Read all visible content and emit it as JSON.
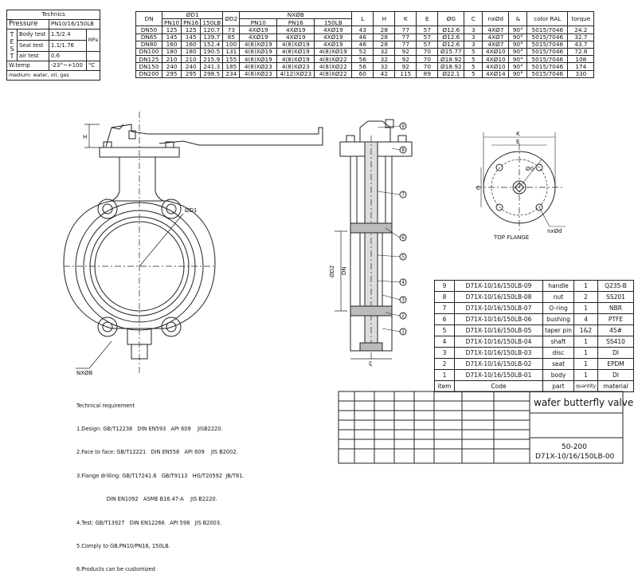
{
  "technics": {
    "title": "Technics",
    "pressure_label": "Pressure",
    "pressure_value": "PN10/16/150LB",
    "test_vertical": "TEST",
    "body_test_label": "Body test",
    "body_test_value": "1.5/2.4",
    "seal_test_label": "Seal test",
    "seal_test_value": "1.1/1.76",
    "mpa_unit": "MPa",
    "air_test_label": "air test",
    "air_test_value": "0.6",
    "wtemp_label": "W.temp",
    "wtemp_value": "-23°~+100",
    "wtemp_unit": "°C",
    "medium": "medium: water, oil, gas"
  },
  "dimension_table": {
    "headers": {
      "dn": "DN",
      "d1": "ØD1",
      "d2": "ØD2",
      "nxb": "NXØB",
      "l": "L",
      "h": "H",
      "k": "K",
      "e": "E",
      "g": "ØG",
      "c": "C",
      "nxd": "nxØd",
      "amp": "&",
      "color": "color RAL",
      "torque": "torque"
    },
    "sub_headers": [
      "PN10",
      "PN16",
      "150LB",
      "PN10",
      "PN16",
      "150LB"
    ],
    "rows": [
      [
        "DN50",
        "125",
        "125",
        "120.7",
        "73",
        "4XØ19",
        "4XØ19",
        "4XØ19",
        "43",
        "28",
        "77",
        "57",
        "Ø12.6",
        "3",
        "4XØ7",
        "90°",
        "5015/7046",
        "24.2"
      ],
      [
        "DN65",
        "145",
        "145",
        "139.7",
        "85",
        "4XØ19",
        "4XØ19",
        "4XØ19",
        "46",
        "28",
        "77",
        "57",
        "Ø12.6",
        "3",
        "4XØ7",
        "90°",
        "5015/7046",
        "32.7"
      ],
      [
        "DN80",
        "160",
        "160",
        "152.4",
        "100",
        "4(8)XØ19",
        "4(8)XØ19",
        "4XØ19",
        "46",
        "28",
        "77",
        "57",
        "Ø12.6",
        "3",
        "4XØ7",
        "90°",
        "5015/7046",
        "43.7"
      ],
      [
        "DN100",
        "180",
        "180",
        "190.5",
        "131",
        "4(8)XØ19",
        "4(8)XØ19",
        "4(8)XØ19",
        "52",
        "32",
        "92",
        "70",
        "Ø15.77",
        "5",
        "4XØ10",
        "90°",
        "5015/7046",
        "72.8"
      ],
      [
        "DN125",
        "210",
        "210",
        "215.9",
        "155",
        "4(8)XØ19",
        "4(8)XØ19",
        "4(8)XØ22",
        "56",
        "32",
        "92",
        "70",
        "Ø18.92",
        "5",
        "4XØ10",
        "90°",
        "5015/7046",
        "108"
      ],
      [
        "DN150",
        "240",
        "240",
        "241.3",
        "185",
        "4(8)XØ23",
        "4(8)XØ23",
        "4(8)XØ22",
        "56",
        "32",
        "92",
        "70",
        "Ø18.92",
        "5",
        "4XØ10",
        "90°",
        "5015/7046",
        "174"
      ],
      [
        "DN200",
        "295",
        "295",
        "298.5",
        "234",
        "4(8)XØ23",
        "4(12)XØ23",
        "4(8)XØ22",
        "60",
        "42",
        "115",
        "89",
        "Ø22.1",
        "5",
        "4XØ14",
        "90°",
        "5015/7046",
        "330"
      ]
    ]
  },
  "bom": {
    "rows": [
      [
        "9",
        "D71X-10/16/150LB-09",
        "handle",
        "1",
        "Q235-B"
      ],
      [
        "8",
        "D71X-10/16/150LB-08",
        "nut",
        "2",
        "SS201"
      ],
      [
        "7",
        "D71X-10/16/150LB-07",
        "O-ring",
        "1",
        "NBR"
      ],
      [
        "6",
        "D71X-10/16/150LB-06",
        "bushing",
        "4",
        "PTFE"
      ],
      [
        "5",
        "D71X-10/16/150LB-05",
        "taper pin",
        "1&2",
        "45#"
      ],
      [
        "4",
        "D71X-10/16/150LB-04",
        "shaft",
        "1",
        "SS410"
      ],
      [
        "3",
        "D71X-10/16/150LB-03",
        "disc",
        "1",
        "DI"
      ],
      [
        "2",
        "D71X-10/16/150LB-02",
        "seat",
        "1",
        "EPDM"
      ],
      [
        "1",
        "D71X-10/16/150LB-01",
        "body",
        "1",
        "DI"
      ]
    ],
    "header": [
      "item",
      "Code",
      "part",
      "quantity",
      "material"
    ]
  },
  "requirements": {
    "title": "Technical requirement",
    "lines": [
      "1.Design: GB/T12238   DIN EN593   API 609    JISB2220.",
      "2.Face to face: GB/T12221   DIN EN558   API 609    JIS B2002.",
      "3.Flange drilling: GB/T17241.6   GB/T9113   HG/T20592  JB/T81.",
      "                  DIN EN1092   ASME B16.47-A    JIS B2220.",
      "4.Test: GB/T13927   DIN EN12266   API 598   JIS B2003.",
      "5.Comply to GB,PN10/PN16, 150LB.",
      "6.Products can be customized"
    ]
  },
  "title_block": {
    "name": "wafer butterfly valve",
    "size": "50-200",
    "code": "D71X-10/16/150LB-00"
  },
  "drawing_labels": {
    "h": "H",
    "d1": "ØD1",
    "d2": "ØD2",
    "dn": "DN",
    "nxb": "NXØB",
    "l": "L",
    "k": "K",
    "e": "E",
    "c": "C",
    "g": "ØG",
    "nxd": "nxØd",
    "top_flange": "TOP FLANGE",
    "balloons": [
      "9",
      "8",
      "7",
      "6",
      "5",
      "4",
      "3",
      "2",
      "1"
    ]
  }
}
